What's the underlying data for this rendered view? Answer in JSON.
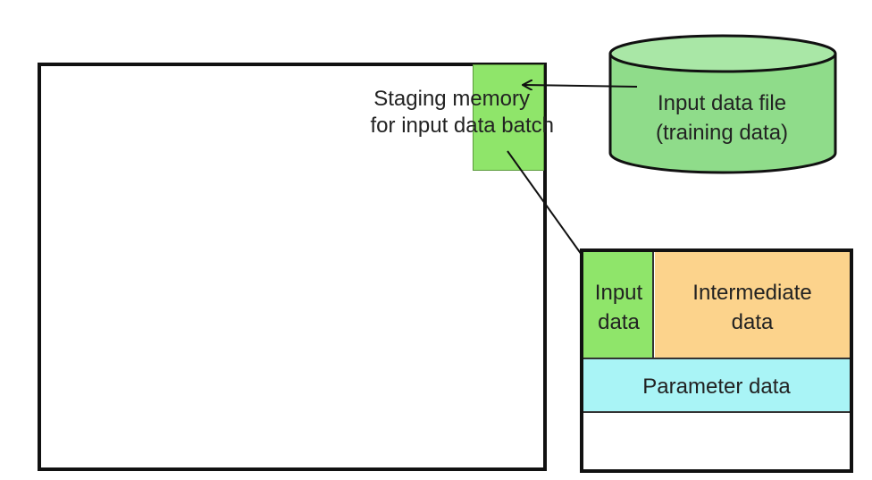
{
  "diagram": {
    "host_memory": {
      "staging_label": [
        "Staging memory",
        "for input data batch"
      ]
    },
    "input_file": {
      "label": [
        "Input data file",
        "(training data)"
      ]
    },
    "device_memory": {
      "input_label": [
        "Input",
        "data"
      ],
      "intermediate_label": [
        "Intermediate",
        "data"
      ],
      "parameter_label": "Parameter data"
    },
    "colors": {
      "input_green": "#8fe56a",
      "cylinder_green": "#8fdc8a",
      "intermediate_orange": "#fcd38c",
      "parameter_cyan": "#a9f4f6",
      "outline": "#111111"
    }
  }
}
